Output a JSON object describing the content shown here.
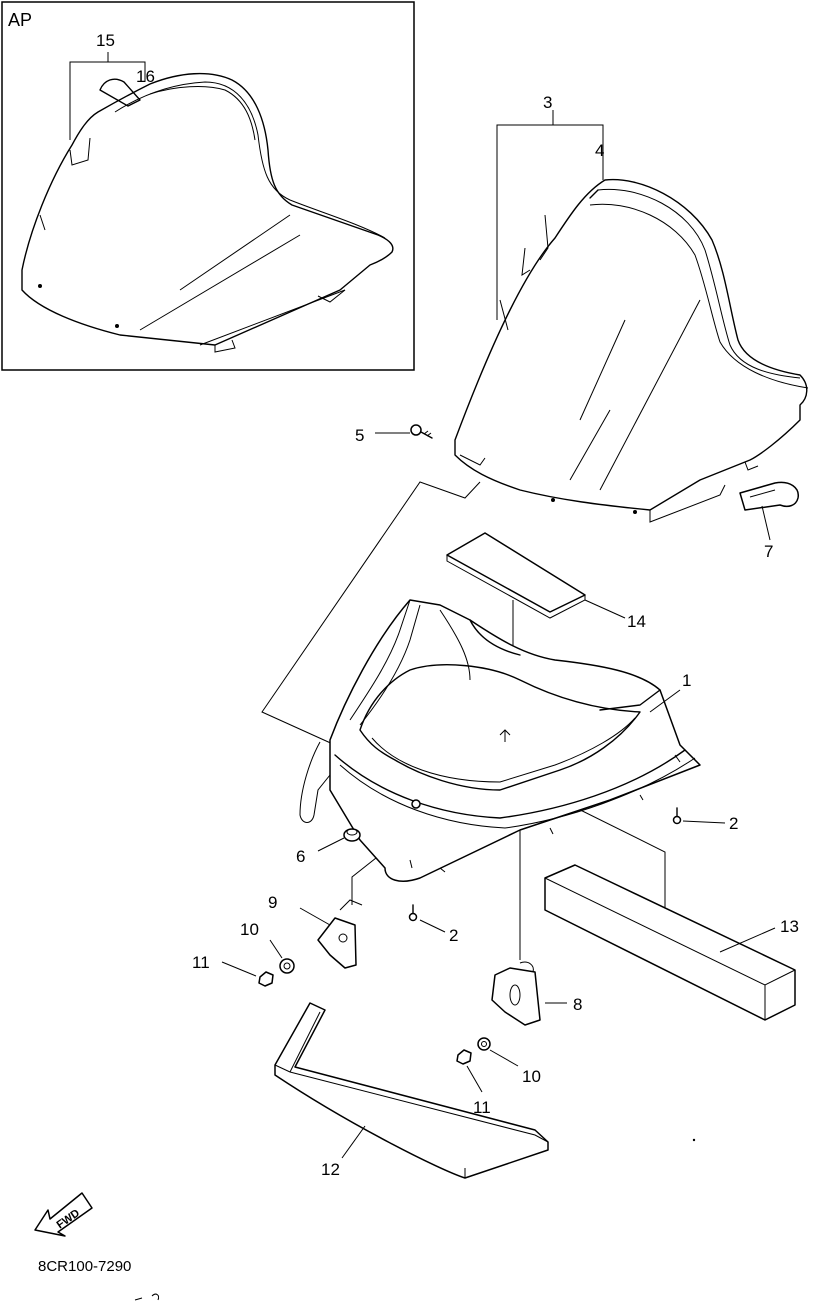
{
  "inset_label": "AP",
  "diagram_code": "8CR100-7290",
  "fwd_label": "FWD",
  "callouts": {
    "c1": "1",
    "c2a": "2",
    "c2b": "2",
    "c3": "3",
    "c4": "4",
    "c5": "5",
    "c6": "6",
    "c7": "7",
    "c8": "8",
    "c9": "9",
    "c10a": "10",
    "c10b": "10",
    "c11a": "11",
    "c11b": "11",
    "c12": "12",
    "c13": "13",
    "c14": "14",
    "c15": "15",
    "c16": "16"
  }
}
